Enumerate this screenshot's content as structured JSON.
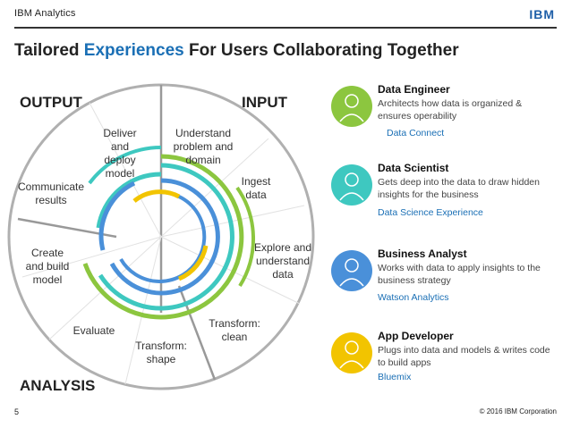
{
  "header": {
    "brand": "IBM Analytics",
    "logo": "IBM"
  },
  "title": {
    "prefix": "Tailored",
    "highlight": "Experiences",
    "suffix": "For Users Collaborating Together"
  },
  "sections": {
    "output": "OUTPUT",
    "input": "INPUT",
    "analysis": "ANALYSIS"
  },
  "stages": {
    "deliver": "Deliver and deploy model",
    "understand": "Understand problem and domain",
    "ingest": "Ingest data",
    "explore": "Explore and understand data",
    "clean": "Transform: clean",
    "shape": "Transform: shape",
    "evaluate": "Evaluate",
    "create": "Create and build model",
    "communicate": "Communicate results"
  },
  "roles": [
    {
      "name": "Data Engineer",
      "desc": "Architects how data is organized & ensures operability",
      "link": "Data Connect",
      "color": "#8cc63f"
    },
    {
      "name": "Data Scientist",
      "desc": "Gets deep into the data to draw hidden insights for the business",
      "link": "Data Science Experience",
      "color": "#3ec8c0"
    },
    {
      "name": "Business Analyst",
      "desc": "Works with data to apply insights to the business strategy",
      "link": "Watson Analytics",
      "color": "#4a90d9"
    },
    {
      "name": "App Developer",
      "desc": "Plugs into data and models & writes code to build apps",
      "link": "Bluemix",
      "color": "#f2c400"
    }
  ],
  "colors": {
    "green": "#8cc63f",
    "teal": "#3ec8c0",
    "blue": "#4a90d9",
    "yellow": "#f2c400",
    "highlight": "#1a6fb5"
  },
  "footer": {
    "page": "5",
    "copyright": "© 2016 IBM Corporation"
  }
}
